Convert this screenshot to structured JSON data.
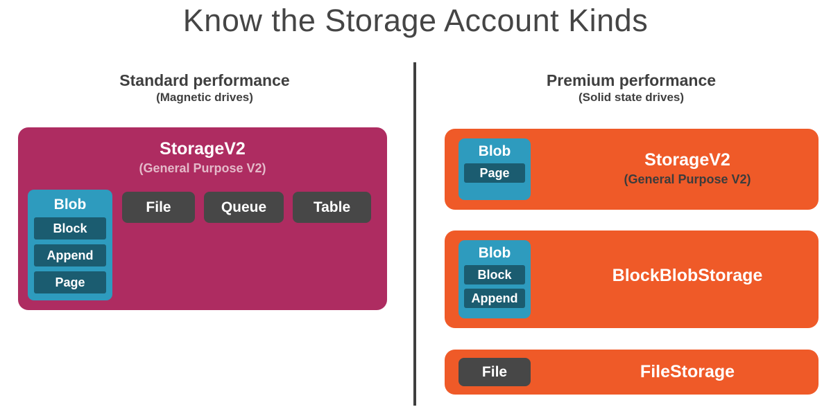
{
  "title": "Know the Storage Account Kinds",
  "colors": {
    "magenta": "#AE2C61",
    "orange": "#EF5A28",
    "teal": "#2E9BBE",
    "teal_dark": "#1B5C70",
    "pill_gray": "#474747",
    "text_dark": "#3F3F3F"
  },
  "columns": {
    "left": {
      "heading": "Standard performance",
      "subheading": "(Magnetic drives)"
    },
    "right": {
      "heading": "Premium performance",
      "subheading": "(Solid state drives)"
    }
  },
  "standard": {
    "panel": {
      "title": "StorageV2",
      "subtitle": "(General Purpose V2)"
    },
    "blob": {
      "label": "Blob",
      "types": [
        "Block",
        "Append",
        "Page"
      ]
    },
    "services": [
      "File",
      "Queue",
      "Table"
    ]
  },
  "premium": {
    "panels": [
      {
        "name": "gpv2",
        "title": "StorageV2",
        "subtitle": "(General Purpose V2)",
        "blob": {
          "label": "Blob",
          "types": [
            "Page"
          ]
        }
      },
      {
        "name": "blockblobstorage",
        "title": "BlockBlobStorage",
        "subtitle": "",
        "blob": {
          "label": "Blob",
          "types": [
            "Block",
            "Append"
          ]
        }
      },
      {
        "name": "filestorage",
        "title": "FileStorage",
        "subtitle": "",
        "service": "File"
      }
    ]
  }
}
